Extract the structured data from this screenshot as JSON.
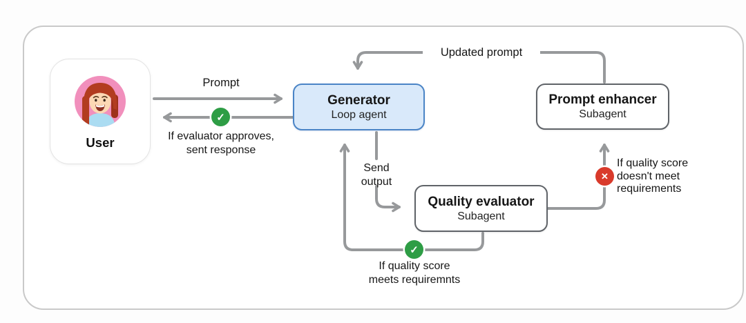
{
  "diagram": {
    "nodes": {
      "user": {
        "label": "User"
      },
      "generator": {
        "title": "Generator",
        "subtitle": "Loop agent"
      },
      "quality_evaluator": {
        "title": "Quality evaluator",
        "subtitle": "Subagent"
      },
      "prompt_enhancer": {
        "title": "Prompt enhancer",
        "subtitle": "Subagent"
      }
    },
    "edges": {
      "prompt": {
        "label": "Prompt"
      },
      "response": {
        "line1": "If evaluator approves,",
        "line2": "sent response"
      },
      "updated_prompt": {
        "label": "Updated prompt"
      },
      "send_output": {
        "line1": "Send",
        "line2": "output"
      },
      "loop_pass": {
        "line1": "If quality score",
        "line2": "meets requiremnts"
      },
      "loop_fail": {
        "line1": "If quality score",
        "line2": "doesn't meet",
        "line3": "requirements"
      }
    },
    "icons": {
      "pass": "check-icon",
      "pass_glyph": "✓",
      "fail": "x-icon",
      "fail_glyph": "✕"
    },
    "colors": {
      "arrow_gray": "#97999b",
      "generator_fill": "#d9e9fa",
      "generator_border": "#4a84c6",
      "node_border": "#5f6368",
      "pass_green": "#2e9d45",
      "fail_red": "#d93a2b",
      "avatar_pink": "#f18fbc",
      "frame_border": "#c9c9c9"
    }
  }
}
